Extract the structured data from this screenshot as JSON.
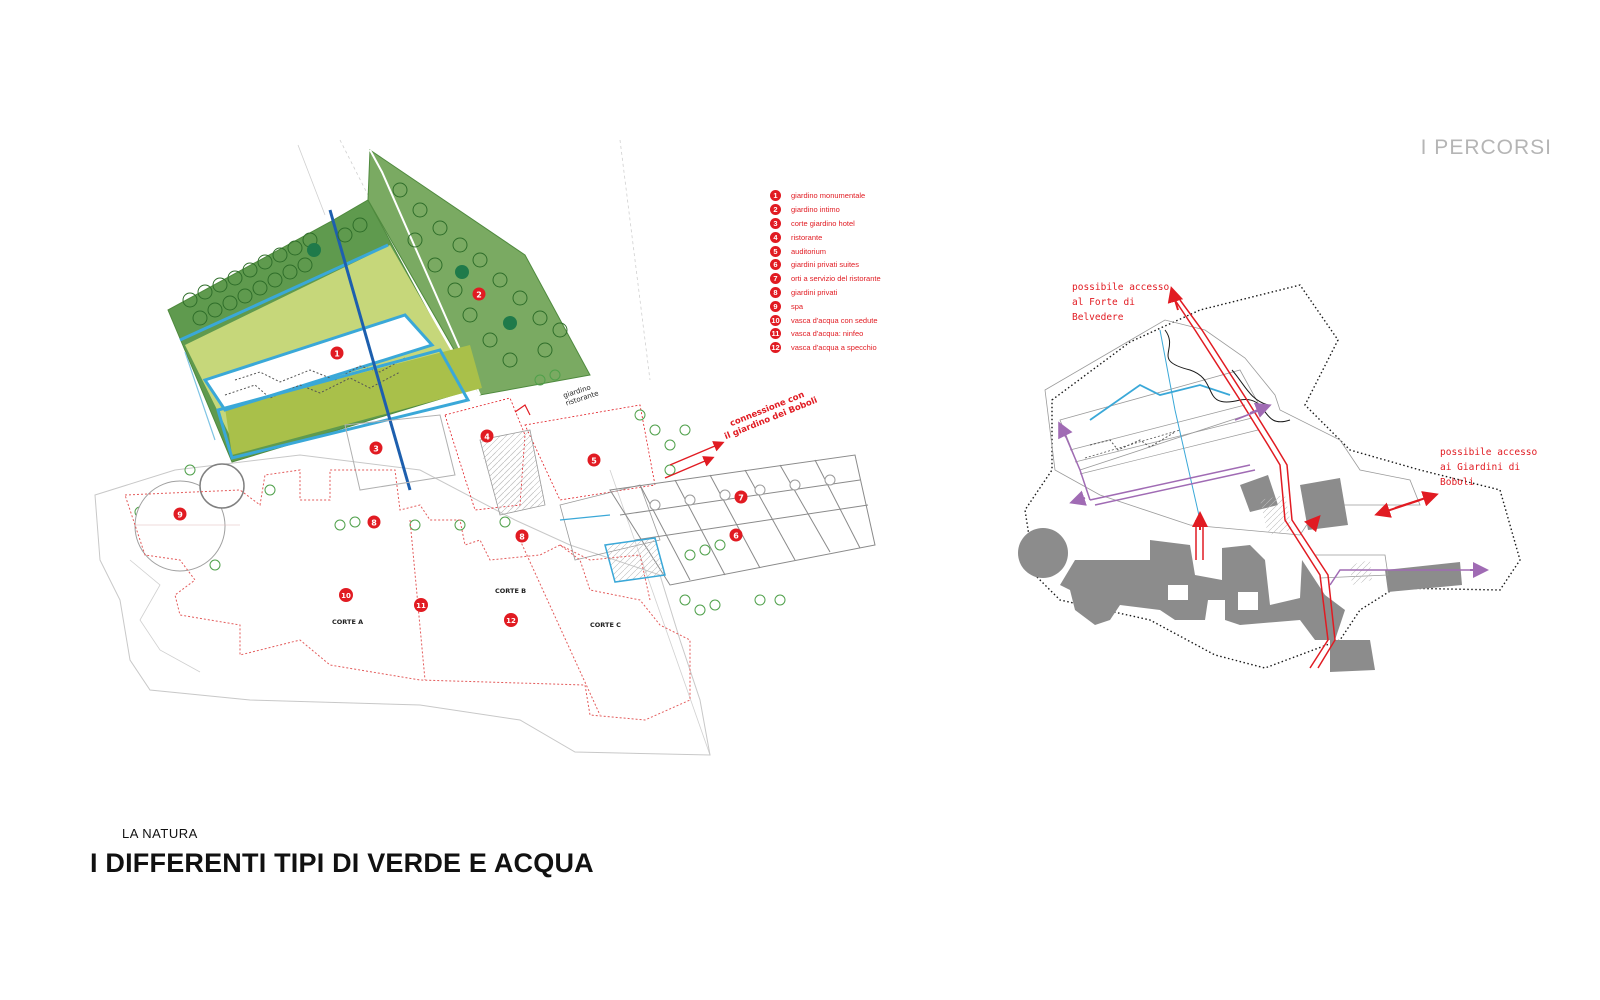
{
  "title": "I DIFFERENTI TIPI DI VERDE E ACQUA",
  "subtitle": "LA NATURA",
  "right_panel_title": "I PERCORSI",
  "legend": [
    {
      "num": "1",
      "label": "giardino monumentale"
    },
    {
      "num": "2",
      "label": "giardino intimo"
    },
    {
      "num": "3",
      "label": "corte giardino hotel"
    },
    {
      "num": "4",
      "label": "ristorante"
    },
    {
      "num": "5",
      "label": "auditorium"
    },
    {
      "num": "6",
      "label": "giardini privati suites"
    },
    {
      "num": "7",
      "label": "orti a servizio del ristorante"
    },
    {
      "num": "8",
      "label": "giardini privati"
    },
    {
      "num": "9",
      "label": "spa"
    },
    {
      "num": "10",
      "label": "vasca d'acqua con sedute"
    },
    {
      "num": "11",
      "label": "vasca d'acqua: ninfeo"
    },
    {
      "num": "12",
      "label": "vasca d'acqua a specchio"
    }
  ],
  "plan_markers": {
    "m1": "1",
    "m2": "2",
    "m3": "3",
    "m4": "4",
    "m5": "5",
    "m6": "6",
    "m7": "7",
    "m8a": "8",
    "m8b": "8",
    "m9": "9",
    "m10": "10",
    "m11": "11",
    "m12": "12"
  },
  "plan_labels": {
    "corte_a": "CORTE A",
    "corte_b": "CORTE B",
    "corte_c": "CORTE C",
    "giardino_ristorante_1": "giardino",
    "giardino_ristorante_2": "ristorante",
    "connessione_1": "connessione con",
    "connessione_2": "il giardino dei Boboli"
  },
  "access_notes": {
    "forte": "possibile accesso\nal Forte di\nBelvedere",
    "boboli": "possibile accesso\nai Giardini di\nBoboli"
  },
  "colors": {
    "accent_red": "#e11b22",
    "green_dark": "#5f9a4e",
    "green_light": "#c6d77a",
    "water_blue": "#3aa8d8",
    "route_purple": "#a06bb4",
    "building_gray": "#8a8a8a"
  }
}
